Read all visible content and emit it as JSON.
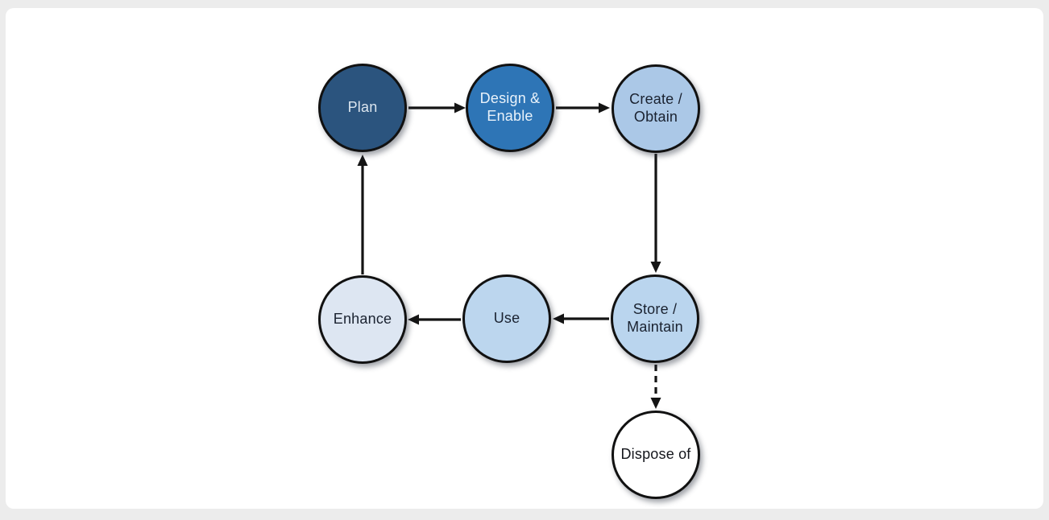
{
  "page": {
    "background_color": "#ececec",
    "canvas_color": "#ffffff"
  },
  "diagram": {
    "type": "cycle-flowchart",
    "stroke_color": "#141414",
    "nodes": [
      {
        "id": "plan",
        "label": "Plan",
        "fill": "#2b547e",
        "text_color": "#dce6ef"
      },
      {
        "id": "design-enable",
        "label": "Design &\nEnable",
        "fill": "#2e75b6",
        "text_color": "#e9f2fa"
      },
      {
        "id": "create-obtain",
        "label": "Create /\nObtain",
        "fill": "#abc8e7",
        "text_color": "#1a2230"
      },
      {
        "id": "store-maintain",
        "label": "Store /\nMaintain",
        "fill": "#bad5ee",
        "text_color": "#1a2230"
      },
      {
        "id": "use",
        "label": "Use",
        "fill": "#bcd6ee",
        "text_color": "#1a2230"
      },
      {
        "id": "enhance",
        "label": "Enhance",
        "fill": "#dde6f2",
        "text_color": "#1a2230"
      },
      {
        "id": "dispose-of",
        "label": "Dispose of",
        "fill": "#ffffff",
        "text_color": "#14161c"
      }
    ],
    "edges": [
      {
        "from": "plan",
        "to": "design-enable",
        "style": "solid"
      },
      {
        "from": "design-enable",
        "to": "create-obtain",
        "style": "solid"
      },
      {
        "from": "create-obtain",
        "to": "store-maintain",
        "style": "solid"
      },
      {
        "from": "store-maintain",
        "to": "use",
        "style": "solid"
      },
      {
        "from": "use",
        "to": "enhance",
        "style": "solid"
      },
      {
        "from": "enhance",
        "to": "plan",
        "style": "solid"
      },
      {
        "from": "store-maintain",
        "to": "dispose-of",
        "style": "dashed"
      }
    ]
  }
}
